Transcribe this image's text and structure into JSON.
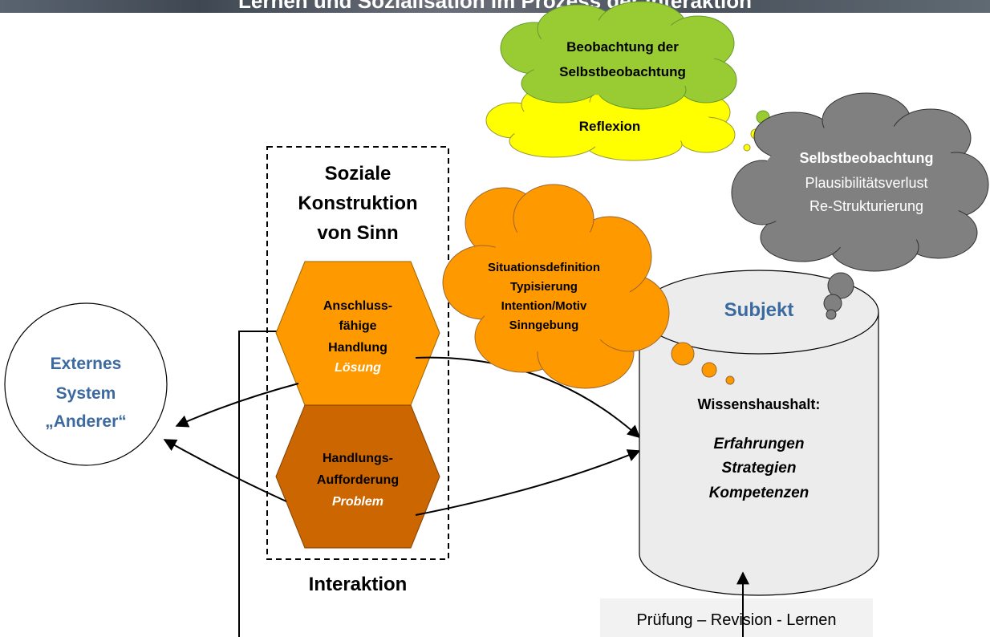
{
  "title": "Lernen und Sozialisation im Prozess der Interaktion",
  "external_system": {
    "line1": "Externes",
    "line2": "System",
    "line3": "„Anderer“"
  },
  "social_construction": {
    "line1": "Soziale",
    "line2": "Konstruktion",
    "line3": "von Sinn"
  },
  "interaction_label": "Interaktion",
  "hex_top": {
    "line1": "Anschluss-",
    "line2": "fähige",
    "line3": "Handlung",
    "line4": "Lösung"
  },
  "hex_bottom": {
    "line1": "Handlungs-",
    "line2": "Aufforderung",
    "line3": "Problem"
  },
  "orange_cloud": {
    "line1": "Situationsdefinition",
    "line2": "Typisierung",
    "line3": "Intention/Motiv",
    "line4": "Sinngebung"
  },
  "green_cloud": {
    "line1": "Beobachtung der",
    "line2": "Selbstbeobachtung"
  },
  "yellow_cloud": {
    "line1": "Reflexion"
  },
  "gray_cloud": {
    "line1": "Selbstbeobachtung",
    "line2": "Plausibilitätsverlust",
    "line3": "Re-Strukturierung"
  },
  "subject": {
    "title": "Subjekt",
    "heading": "Wissenshaushalt:",
    "item1": "Erfahrungen",
    "item2": "Strategien",
    "item3": "Kompetenzen"
  },
  "bottom_label": "Prüfung – Revision - Lernen",
  "colors": {
    "blue_text": "#3c6aa0",
    "orange_light": "#ff9900",
    "orange_dark": "#cc6600",
    "green": "#99cc33",
    "yellow": "#ffff00",
    "gray": "#808080",
    "cylinder": "#ececec"
  }
}
